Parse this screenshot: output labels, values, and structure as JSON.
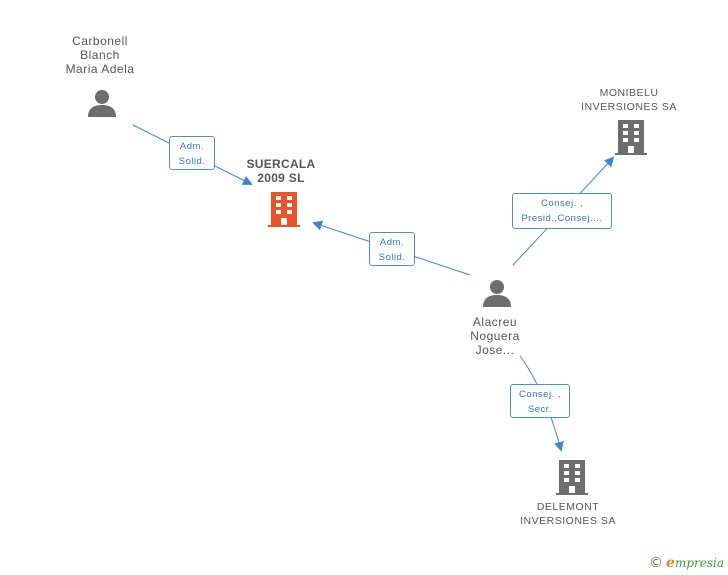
{
  "colors": {
    "edge": "#3d86d6",
    "person": "#6d6d6d",
    "company": "#6d6d6d",
    "company_main": "#e8532a",
    "label_border": "#4a8fd6"
  },
  "nodes": {
    "carbonell": {
      "lines": [
        "Carbonell",
        "Blanch",
        "Maria Adela"
      ],
      "icon": "person-icon"
    },
    "suercala": {
      "lines": [
        "SUERCALA",
        "2009 SL"
      ],
      "icon": "building-icon"
    },
    "monibelu": {
      "lines": [
        "MONIBELU",
        "INVERSIONES SA"
      ],
      "icon": "building-icon"
    },
    "alacreu": {
      "lines": [
        "Alacreu",
        "Noguera",
        "Jose..."
      ],
      "icon": "person-icon"
    },
    "delemont": {
      "lines": [
        "DELEMONT",
        "INVERSIONES SA"
      ],
      "icon": "building-icon"
    }
  },
  "edges": {
    "carbonell_suercala": {
      "lines": [
        "Adm.",
        "Solid."
      ]
    },
    "alacreu_suercala": {
      "lines": [
        "Adm.",
        "Solid."
      ]
    },
    "alacreu_monibelu": {
      "lines": [
        "Consej. ,",
        "Presid.,Consej...."
      ]
    },
    "alacreu_delemont": {
      "lines": [
        "Consej. ,",
        "Secr."
      ]
    }
  },
  "footer": {
    "copyright": "©",
    "brand_initial": "e",
    "brand_rest": "mpresia"
  }
}
